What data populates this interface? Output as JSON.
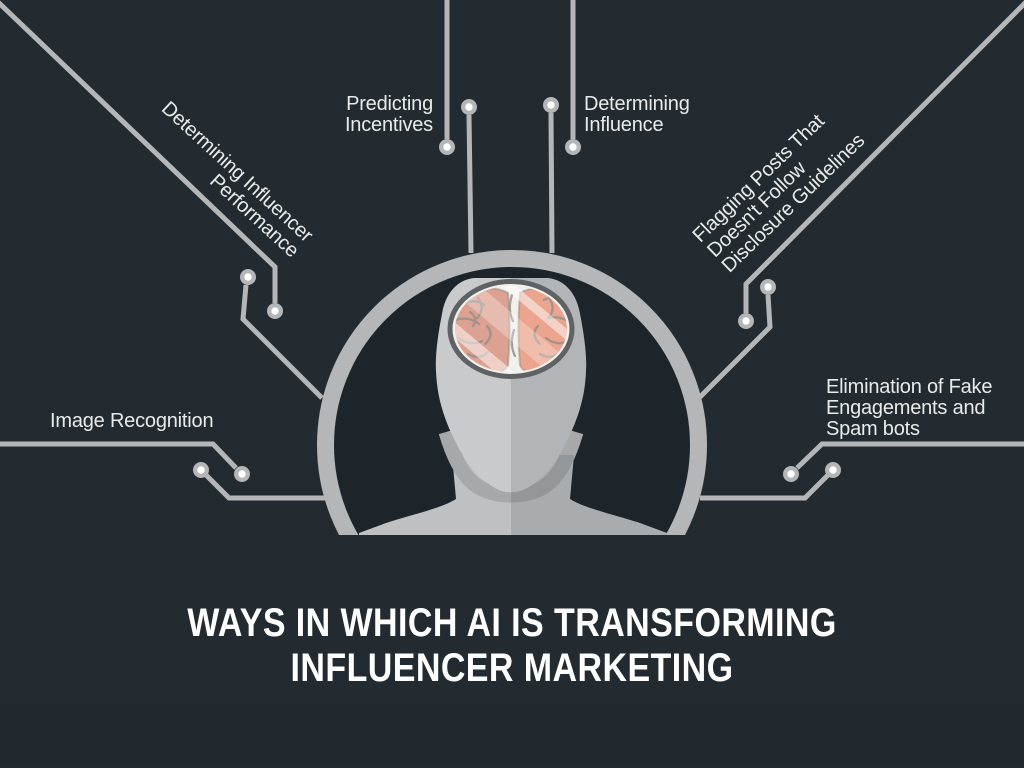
{
  "title": {
    "line1": "WAYS IN WHICH AI IS TRANSFORMING",
    "line2": "INFLUENCER MARKETING"
  },
  "callouts": {
    "performance": {
      "lines": [
        "Determining Influencer",
        "Performance"
      ]
    },
    "predicting": {
      "lines": [
        "Predicting",
        "Incentives"
      ]
    },
    "influence": {
      "lines": [
        "Determining",
        "Influence"
      ]
    },
    "flagging": {
      "lines": [
        "Flagging Posts That",
        "Doesn't Follow",
        "Disclosure Guidelines"
      ]
    },
    "image_recognition": {
      "lines": [
        "Image Recognition"
      ]
    },
    "elimination": {
      "lines": [
        "Elimination of Fake",
        "Engagements and",
        "Spam bots"
      ]
    }
  },
  "icons": {
    "central": "head-with-brain-icon",
    "ring": "circuit-ring-arc",
    "pad": "circuit-pad-dot"
  },
  "colors": {
    "background": "#232b31",
    "ring_interior": "#1d252b",
    "trace": "#b4b6b8",
    "head": "#c8cacc",
    "shoulders": "#bec0c2",
    "neck_shadow": "#a6a8aa",
    "skull_fill": "#f2f0eb",
    "skull_rim": "#5e6264",
    "brain_left": "#dda192",
    "brain_right": "#eba48e",
    "brain_lines": "#96918d",
    "label_text": "#e9ebeb",
    "title_text": "#ffffff"
  }
}
